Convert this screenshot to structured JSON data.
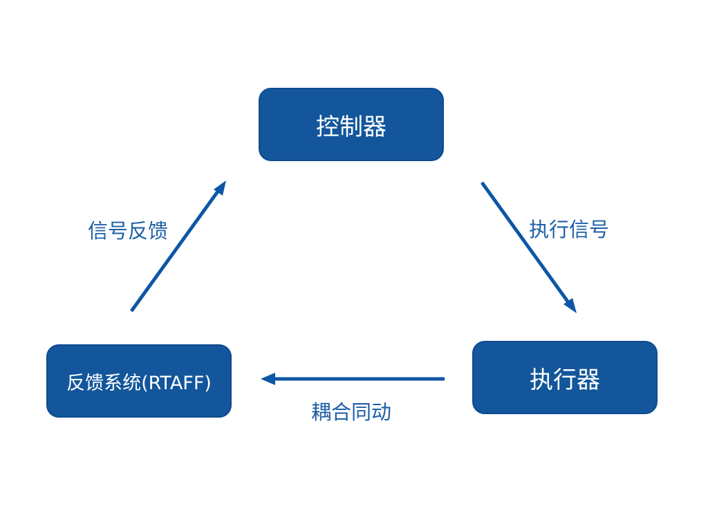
{
  "nodes": {
    "controller": "控制器",
    "executor": "执行器",
    "feedback_system": "反馈系统(RTAFF)"
  },
  "edges": {
    "controller_to_executor": "执行信号",
    "executor_to_feedback": "耦合同动",
    "feedback_to_controller": "信号反馈"
  },
  "colors": {
    "node_fill": "#13569c",
    "arrow": "#0d56a6",
    "label_text": "#1d5ea6",
    "node_text": "#ffffff"
  }
}
